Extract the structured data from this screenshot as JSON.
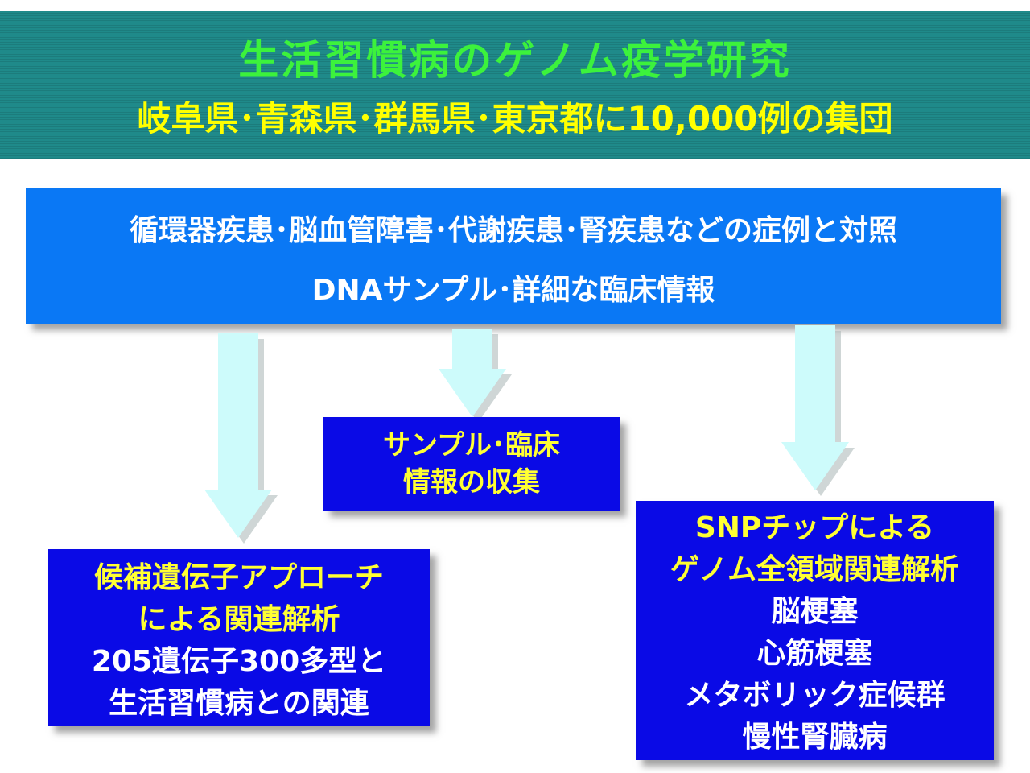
{
  "header": {
    "title": "生活習慣病のゲノム疫学研究",
    "subtitle": "岐阜県･青森県･群馬県･東京都に10,000例の集団"
  },
  "top_box": {
    "line1": "循環器疾患･脳血管障害･代謝疾患･腎疾患などの症例と対照",
    "line2": "DNAサンプル･詳細な臨床情報"
  },
  "sample_box": {
    "lines": [
      "サンプル･臨床",
      "情報の収集"
    ]
  },
  "candidate_box": {
    "heading": [
      "候補遺伝子アプローチ",
      "による関連解析"
    ],
    "body": [
      "205遺伝子300多型と",
      "生活習慣病との関連"
    ]
  },
  "snp_box": {
    "heading": [
      "SNPチップによる",
      "ゲノム全領域関連解析"
    ],
    "body": [
      "脳梗塞",
      "心筋梗塞",
      "メタボリック症候群",
      "慢性腎臓病"
    ]
  },
  "colors": {
    "header_bg": "#1f8a8a",
    "title": "#3cf23c",
    "subtitle": "#ffff00",
    "top_box": "#0a78f5",
    "result_box": "#0a0ae6",
    "arrow": "#cdfbfb",
    "box_heading": "#ffff33"
  }
}
